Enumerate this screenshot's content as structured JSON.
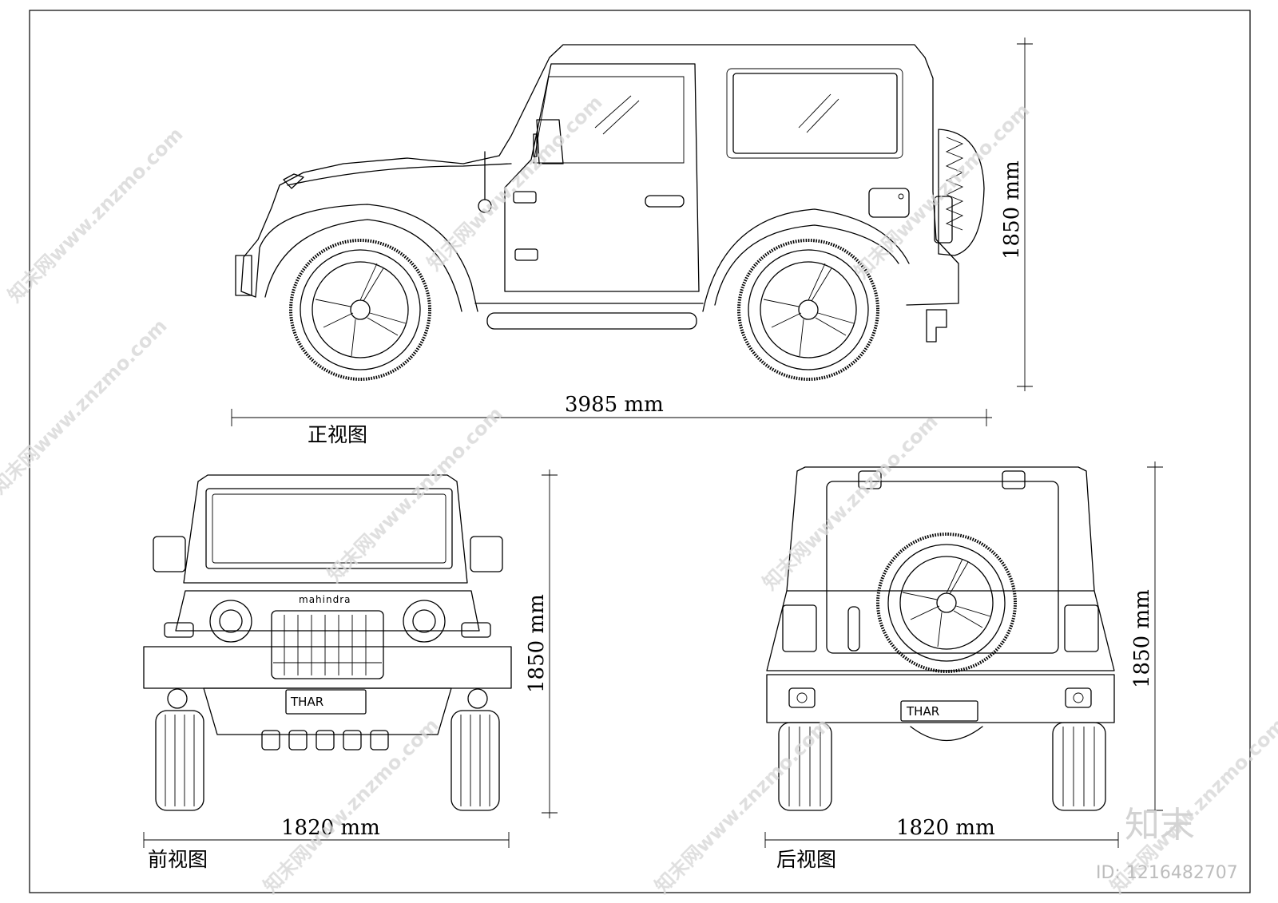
{
  "side_view": {
    "title": "正视图",
    "length_label": "3985 mm",
    "height_label": "1850 mm"
  },
  "front_view": {
    "title": "前视图",
    "width_label": "1820 mm",
    "height_label": "1850 mm",
    "brand": "mahindra",
    "plate": "THAR"
  },
  "rear_view": {
    "title": "后视图",
    "width_label": "1820 mm",
    "height_label": "1850 mm",
    "plate": "THAR"
  },
  "watermark": {
    "text": "知末网www.znzmo.com",
    "logo": "知末",
    "id": "ID: 1216482707"
  }
}
